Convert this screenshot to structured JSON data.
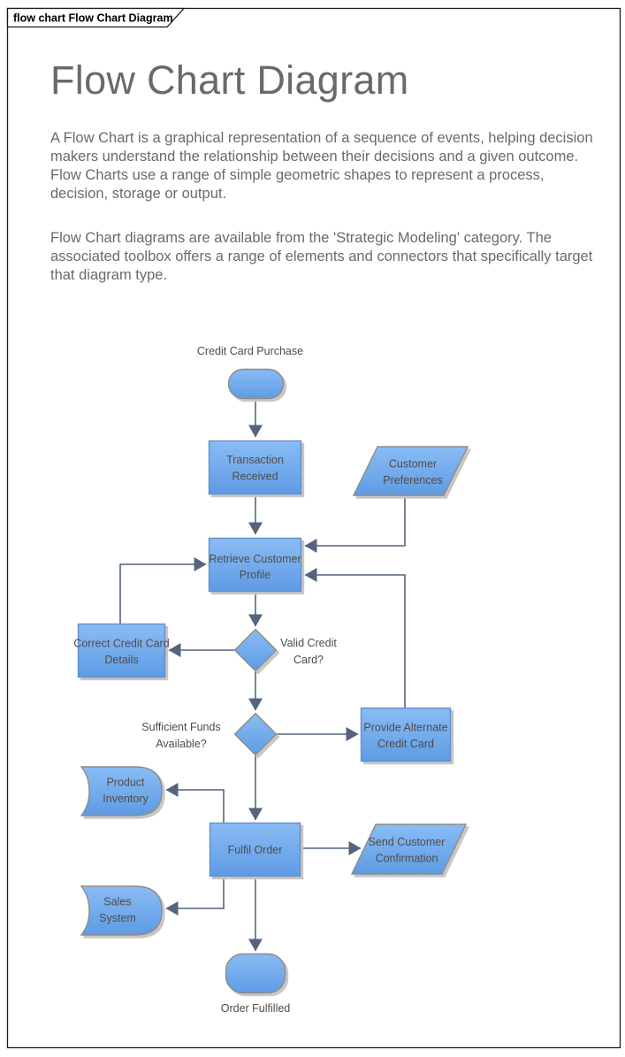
{
  "frame": {
    "tab_title": "flow chart Flow Chart Diagram"
  },
  "article": {
    "title": "Flow Chart Diagram",
    "paragraphs": [
      "A Flow Chart is a graphical representation of a sequence of events, helping decision makers understand the relationship between their decisions and a given outcome.  Flow Charts use a range of simple geometric shapes to represent a process, decision, storage or output.",
      "Flow Chart diagrams are available from the 'Strategic Modeling' category.  The associated toolbox offers a range of elements and connectors that specifically target that diagram type."
    ]
  },
  "flowchart": {
    "labels": {
      "start": "Credit Card Purchase",
      "end": "Order Fulfilled"
    },
    "nodes": {
      "transaction_received": {
        "line1": "Transaction",
        "line2": "Received",
        "type": "process"
      },
      "customer_preferences": {
        "line1": "Customer",
        "line2": "Preferences",
        "type": "data"
      },
      "retrieve_customer_profile": {
        "line1": "Retrieve Customer",
        "line2": "Profile",
        "type": "process"
      },
      "correct_credit_card_details": {
        "line1": "Correct Credit Card",
        "line2": "Details",
        "type": "process"
      },
      "valid_credit_card": {
        "line1": "Valid Credit",
        "line2": "Card?",
        "type": "decision"
      },
      "sufficient_funds": {
        "line1": "Sufficient Funds",
        "line2": "Available?",
        "type": "decision"
      },
      "provide_alternate_credit_card": {
        "line1": "Provide Alternate",
        "line2": "Credit Card",
        "type": "process"
      },
      "product_inventory": {
        "line1": "Product",
        "line2": "Inventory",
        "type": "stored-data"
      },
      "fulfil_order": {
        "line1": "Fulfil Order",
        "type": "process"
      },
      "send_customer_confirmation": {
        "line1": "Send Customer",
        "line2": "Confirmation",
        "type": "data"
      },
      "sales_system": {
        "line1": "Sales",
        "line2": "System",
        "type": "stored-data"
      }
    },
    "connections": [
      {
        "from": "start",
        "to": "Transaction Received"
      },
      {
        "from": "Transaction Received",
        "to": "Retrieve Customer Profile"
      },
      {
        "from": "Customer Preferences",
        "to": "Retrieve Customer Profile"
      },
      {
        "from": "Retrieve Customer Profile",
        "to": "Valid Credit Card?"
      },
      {
        "from": "Valid Credit Card?",
        "to": "Correct Credit Card Details"
      },
      {
        "from": "Correct Credit Card Details",
        "to": "Retrieve Customer Profile"
      },
      {
        "from": "Valid Credit Card?",
        "to": "Sufficient Funds Available?"
      },
      {
        "from": "Sufficient Funds Available?",
        "to": "Provide Alternate Credit Card"
      },
      {
        "from": "Provide Alternate Credit Card",
        "to": "Retrieve Customer Profile"
      },
      {
        "from": "Sufficient Funds Available?",
        "to": "Fulfil Order"
      },
      {
        "from": "Fulfil Order",
        "to": "Product Inventory"
      },
      {
        "from": "Fulfil Order",
        "to": "Send Customer Confirmation"
      },
      {
        "from": "Fulfil Order",
        "to": "Sales System"
      },
      {
        "from": "Fulfil Order",
        "to": "end"
      }
    ],
    "colors": {
      "node_fill_top": "#8abcf5",
      "node_fill_bottom": "#5e9be4",
      "process_border": "#6390c8",
      "shape_border": "#8f8b86",
      "connector": "#54647e",
      "diagram_text": "#4f4c47",
      "shadow": "#c9c6c3",
      "heading_text": "#6a6a6a",
      "frame_border": "#1a1a1a"
    }
  }
}
